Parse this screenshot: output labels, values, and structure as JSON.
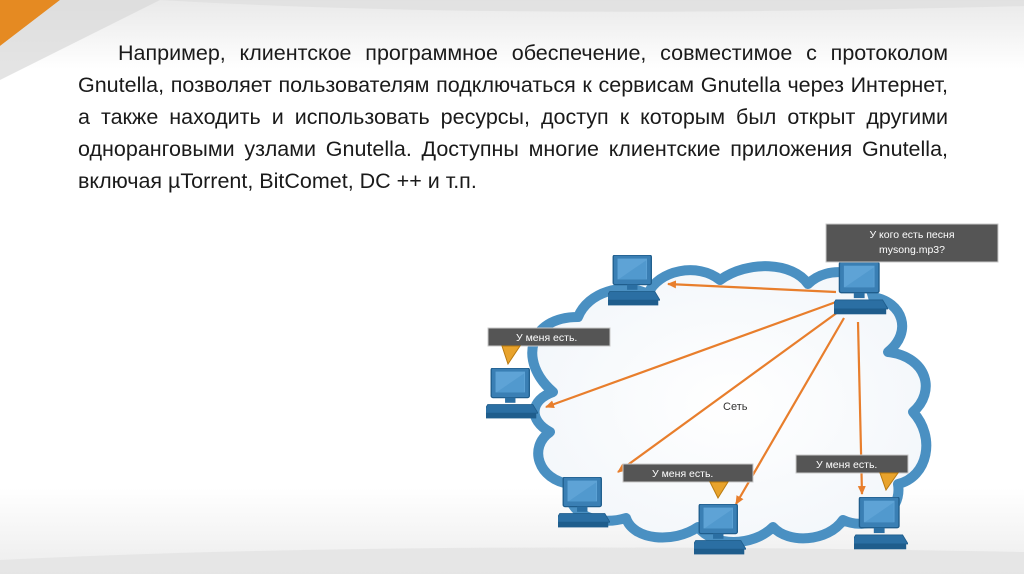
{
  "slide": {
    "paragraph": "Например, клиентское программное обеспечение, совместимое с протоколом Gnutella, позволяет пользователям подключаться к сервисам Gnutella через Интернет, а также находить и использовать ресурсы, доступ к которым был открыт другими одноранговыми узлами Gnutella. Доступны многие клиентские приложения Gnutella, включая µTorrent, BitComet, DC ++ и т.п."
  },
  "diagram": {
    "network_label": "Сеть",
    "query_line1": "У кого есть песня",
    "query_line2": "mysong.mp3?",
    "reply_left": "У меня есть.",
    "reply_bottom": "У меня есть.",
    "reply_right": "У меня есть.",
    "colors": {
      "cloud_outline": "#4a90c2",
      "arrow": "#e87e2c",
      "bubble": "#555555",
      "computer": "#2b6fa3"
    }
  }
}
